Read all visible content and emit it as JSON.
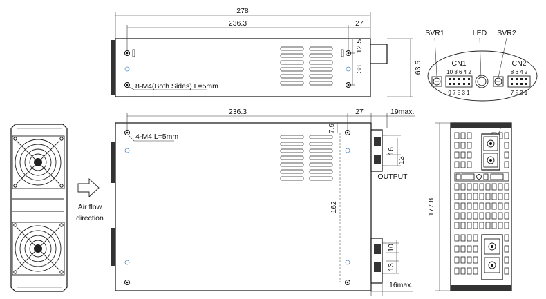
{
  "top_view": {
    "dim_total_length": "278",
    "dim_hole_span": "236.3",
    "dim_hole_to_end": "27",
    "dim_hole_offset": "12.5",
    "dim_hole_pitch": "38",
    "dim_height": "63.5",
    "screw_note": "8-M4(Both Sides) L=5mm"
  },
  "side_view": {
    "dim_hole_span": "236.3",
    "dim_hole_to_end": "27",
    "dim_terminal_protrusion": "19max.",
    "dim_top_offset": "7.9",
    "dim_terminal_a": "16",
    "dim_terminal_b": "13",
    "dim_hole_vertical": "162",
    "dim_lower_a": "10",
    "dim_lower_b": "13",
    "dim_lower_protrusion": "16max.",
    "screw_note": "4-M4 L=5mm",
    "output_label": "OUTPUT"
  },
  "airflow": {
    "line1": "Air flow",
    "line2": "direction"
  },
  "detail": {
    "svr1": "SVR1",
    "led": "LED",
    "svr2": "SVR2",
    "cn1": "CN1",
    "cn1_top_pins": "10 8 6 4 2",
    "cn1_bottom_pins": "9 7 5 3 1",
    "cn2": "CN2",
    "cn2_top_pins": "8 6 4 2",
    "cn2_bottom_pins": "7 5 3 1"
  },
  "end_view": {
    "dim_height": "177.8"
  }
}
